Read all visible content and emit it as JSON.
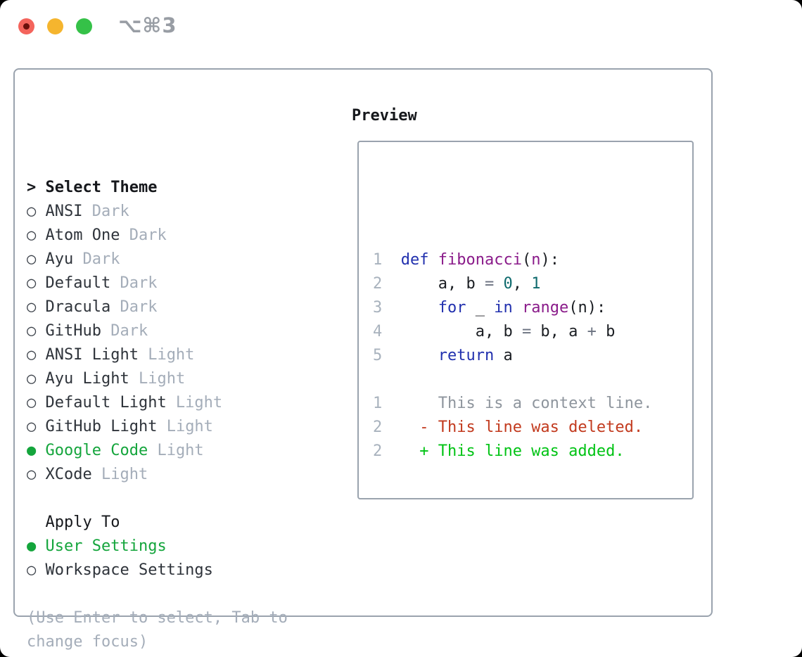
{
  "titlebar": {
    "shortcut": "⌥⌘3",
    "traffic_lights": [
      {
        "name": "close-button",
        "color": "#f4645c",
        "inner_dot_color": "#6b100b"
      },
      {
        "name": "minimize-button",
        "color": "#f5b52e"
      },
      {
        "name": "zoom-button",
        "color": "#35c148"
      }
    ]
  },
  "theme_picker": {
    "cursor": ">",
    "title": "Select Theme",
    "items": [
      {
        "name": "ANSI",
        "variant": "Dark",
        "selected": false
      },
      {
        "name": "Atom One",
        "variant": "Dark",
        "selected": false
      },
      {
        "name": "Ayu",
        "variant": "Dark",
        "selected": false
      },
      {
        "name": "Default",
        "variant": "Dark",
        "selected": false
      },
      {
        "name": "Dracula",
        "variant": "Dark",
        "selected": false
      },
      {
        "name": "GitHub",
        "variant": "Dark",
        "selected": false
      },
      {
        "name": "ANSI Light",
        "variant": "Light",
        "selected": false
      },
      {
        "name": "Ayu Light",
        "variant": "Light",
        "selected": false
      },
      {
        "name": "Default Light",
        "variant": "Light",
        "selected": false
      },
      {
        "name": "GitHub Light",
        "variant": "Light",
        "selected": false
      },
      {
        "name": "Google Code",
        "variant": "Light",
        "selected": true
      },
      {
        "name": "XCode",
        "variant": "Light",
        "selected": false
      }
    ]
  },
  "apply_to": {
    "title": "Apply To",
    "options": [
      {
        "label": "User Settings",
        "selected": true
      },
      {
        "label": "Workspace Settings",
        "selected": false
      }
    ]
  },
  "hint_lines": [
    "(Use Enter to select, Tab to",
    "change focus)"
  ],
  "preview": {
    "title": "Preview",
    "lines": [
      {
        "num": "",
        "segments": []
      },
      {
        "num": "1",
        "segments": [
          [
            "def",
            "kw"
          ],
          [
            " ",
            "plain"
          ],
          [
            "fibonacci",
            "fn"
          ],
          [
            "(",
            "plain"
          ],
          [
            "n",
            "fn"
          ],
          [
            "):",
            "plain"
          ]
        ]
      },
      {
        "num": "2",
        "segments": [
          [
            "    a, b ",
            "plain"
          ],
          [
            "=",
            "op"
          ],
          [
            " ",
            "plain"
          ],
          [
            "0",
            "number"
          ],
          [
            ", ",
            "plain"
          ],
          [
            "1",
            "number"
          ]
        ]
      },
      {
        "num": "3",
        "segments": [
          [
            "    ",
            "plain"
          ],
          [
            "for",
            "kw"
          ],
          [
            " _ ",
            "plain"
          ],
          [
            "in",
            "kw"
          ],
          [
            " ",
            "plain"
          ],
          [
            "range",
            "fn"
          ],
          [
            "(n):",
            "plain"
          ]
        ]
      },
      {
        "num": "4",
        "segments": [
          [
            "        a, b ",
            "plain"
          ],
          [
            "=",
            "op"
          ],
          [
            " b, a ",
            "plain"
          ],
          [
            "+",
            "op"
          ],
          [
            " b",
            "plain"
          ]
        ]
      },
      {
        "num": "5",
        "segments": [
          [
            "    ",
            "plain"
          ],
          [
            "return",
            "kw"
          ],
          [
            " a",
            "plain"
          ]
        ]
      },
      {
        "num": "",
        "segments": []
      },
      {
        "num": "1",
        "segments": [
          [
            "    This is a context line.",
            "context"
          ]
        ]
      },
      {
        "num": "2",
        "segments": [
          [
            "  - This line was deleted.",
            "diff_del"
          ]
        ]
      },
      {
        "num": "2",
        "segments": [
          [
            "  + This line was added.",
            "diff_add"
          ]
        ]
      },
      {
        "num": "",
        "segments": []
      }
    ]
  },
  "colors": {
    "text": "#16181c",
    "item": "#2e333a",
    "dim": "#a4adb9",
    "bullet_outline": "#3d434b",
    "green": "#14a53c",
    "hint": "#a4adb9",
    "border": "#9aa3ae",
    "line_number": "#a8b2bd",
    "context": "#8e959d",
    "diff_del": "#c23a1e",
    "diff_add": "#00c314",
    "kw": "#2130ae",
    "fn": "#8a1b8a",
    "number": "#0e6a6d",
    "op": "#6b7280",
    "plain": "#1b1e23",
    "shortcut": "#989da4",
    "traffic_red": "#f4645c",
    "traffic_red_dot": "#6b100b",
    "traffic_yellow": "#f5b52e",
    "traffic_green": "#35c148"
  }
}
